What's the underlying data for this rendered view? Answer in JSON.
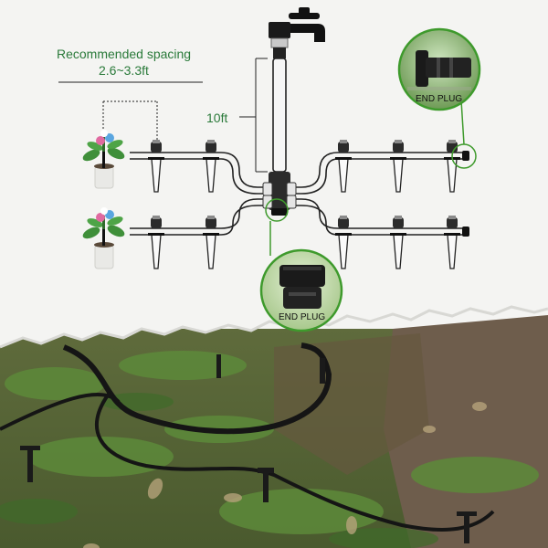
{
  "spacing": {
    "title": "Recommended spacing",
    "value": "2.6~3.3ft"
  },
  "tube": {
    "length_label": "10ft"
  },
  "end_plug": {
    "top_label": "END PLUG",
    "bottom_label": "END PLUG"
  },
  "colors": {
    "label_green": "#2a7a3a",
    "callout_green": "#3e9a2c",
    "tubing": "#1a1a1a",
    "background": "#f4f4f2",
    "soil": "#6b5a4a",
    "grass": "#4f7a32"
  },
  "icons": [
    "faucet-icon",
    "plant-pot-icon",
    "drip-stake-icon",
    "tee-connector-icon",
    "end-plug-icon"
  ]
}
